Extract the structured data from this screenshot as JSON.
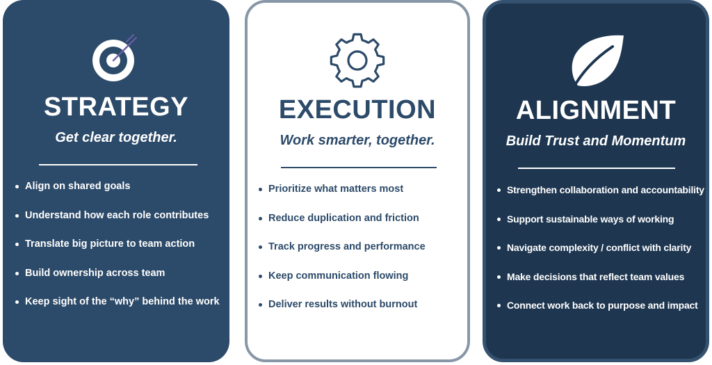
{
  "cards": [
    {
      "icon": "target-icon",
      "title": "STRATEGY",
      "subtitle": "Get clear together.",
      "bullets": [
        "Align on shared goals",
        "Understand how each role contributes",
        "Translate big picture to team action",
        "Build ownership across team",
        "Keep sight of the “why” behind the work"
      ]
    },
    {
      "icon": "gear-icon",
      "title": "EXECUTION",
      "subtitle": "Work smarter, together.",
      "bullets": [
        "Prioritize what matters most",
        "Reduce duplication and friction",
        "Track progress and performance",
        "Keep communication flowing",
        "Deliver results without burnout"
      ]
    },
    {
      "icon": "leaf-icon",
      "title": "ALIGNMENT",
      "subtitle": "Build Trust and Momentum",
      "bullets": [
        "Strengthen collaboration and accountability",
        "Support sustainable ways of working",
        "Navigate complexity / conflict with clarity",
        "Make decisions that reflect team values",
        "Connect work back to purpose and  impact"
      ]
    }
  ],
  "colors": {
    "strategy_bg": "#2c4a69",
    "execution_border": "#8797a7",
    "execution_text": "#2c4a69",
    "alignment_bg": "#1e3650",
    "target_arrow": "#6b5fa8"
  }
}
